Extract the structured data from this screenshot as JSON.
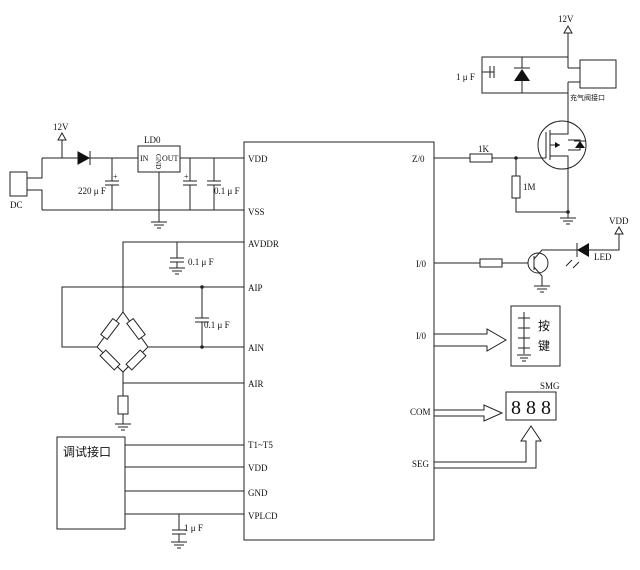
{
  "labels": {
    "dc": "DC",
    "v12_left": "12V",
    "v12_top": "12V",
    "cap_220": "220 μ F",
    "ld0": "LD0",
    "ld0_in": "IN",
    "ld0_gnd": "GND",
    "ld0_out": "OUT",
    "cap_01_ldo": "0.1 μ F",
    "cap_01_avddr": "0.1 μ F",
    "cap_01_ain": "0.1 μ F",
    "cap_1u_top": "1 μ F",
    "cap_1u_bottom": "1 μ F",
    "valve": "充气阀接口",
    "r_1k": "1K",
    "r_1m": "1M",
    "vdd_right": "VDD",
    "led": "LED",
    "keys_1": "按",
    "keys_2": "键",
    "smg": "SMG",
    "debug": "调试接口"
  },
  "chip": {
    "left_pins": [
      "VDD",
      "VSS",
      "AVDDR",
      "AIP",
      "AIN",
      "AIR",
      "T1~T5",
      "VDD",
      "GND",
      "VPLCD"
    ],
    "right_pins": [
      "Z/0",
      "I/0",
      "I/0",
      "COM",
      "SEG"
    ]
  },
  "smg_digits": [
    "8",
    "8",
    "8"
  ]
}
